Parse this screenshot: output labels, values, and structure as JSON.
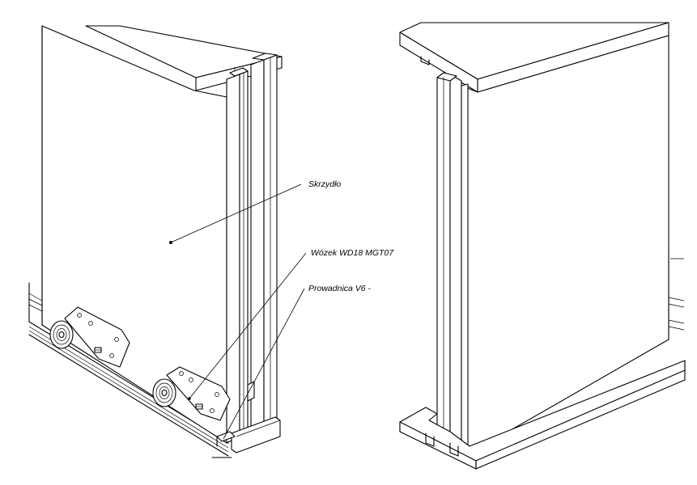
{
  "labels": {
    "skrzydlo": "Skrzydło",
    "wozek": "Wózek WD18 MGT07",
    "prowadnica": "Prowadnica V6 -"
  }
}
